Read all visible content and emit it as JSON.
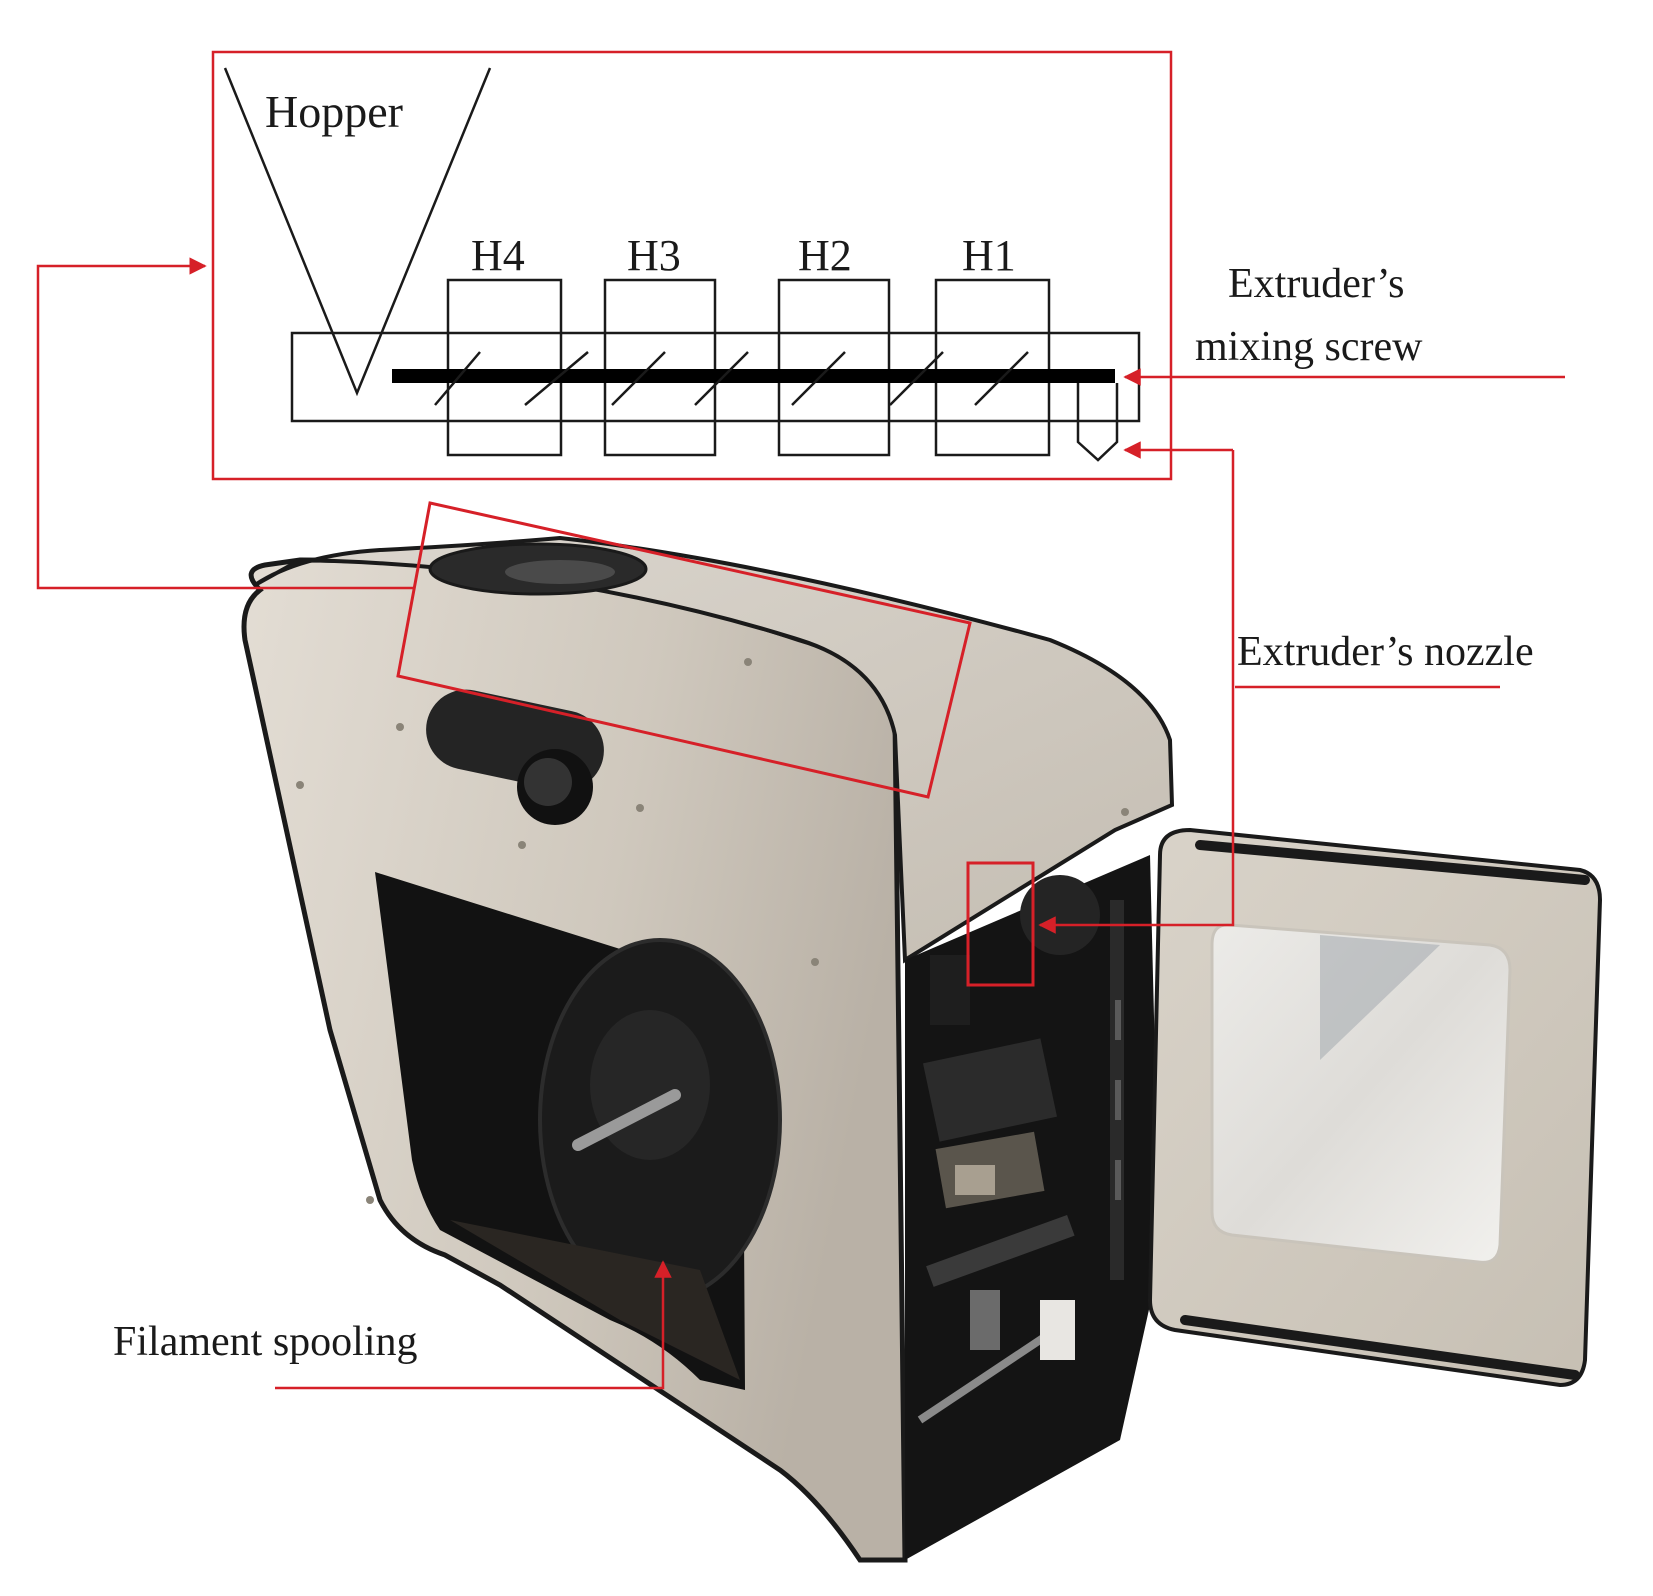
{
  "diagram": {
    "hopper_label": "Hopper",
    "heater_zones": [
      "H4",
      "H3",
      "H2",
      "H1"
    ],
    "callouts": {
      "mixing_screw_line1": "Extruder’s",
      "mixing_screw_line2": "mixing screw",
      "nozzle": "Extruder’s nozzle",
      "spooling": "Filament spooling"
    },
    "colors": {
      "callout": "#d62028",
      "outline": "#1a1a1a",
      "body_grey": "#cdc6bc",
      "interior": "#121212"
    }
  }
}
